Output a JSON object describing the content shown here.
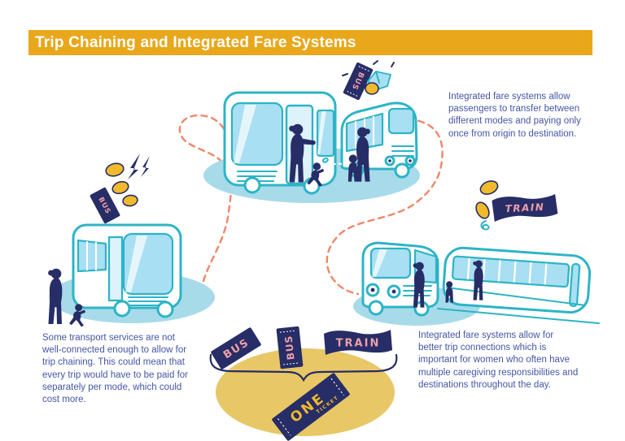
{
  "header": {
    "title": "Trip Chaining and Integrated Fare Systems"
  },
  "captions": {
    "top_right": "Integrated fare systems allow\npassengers to transfer between\ndifferent modes and paying only\nonce from origin to destination.",
    "bottom_left": "Some transport services are not\nwell-connected enough to allow for\ntrip chaining. This could mean that\nevery trip would have to be paid for\nseparately per mode, which could\ncost more.",
    "bottom_right": "Integrated fare systems allow for\nbetter trip connections which is\nimportant for women who often have\nmultiple caregiving responsibilities and\ndestinations throughout the day."
  },
  "labels": {
    "ticket_bus_top": "BUS",
    "ticket_bus_left": "BUS",
    "flag_train_right": "TRAIN",
    "ticket_bus_bottom_1": "BUS",
    "ticket_bus_bottom_2": "BUS",
    "banner_train_bottom": "TRAIN",
    "one_ticket_word": "ONE",
    "one_ticket_sub": "TICKET"
  },
  "colors": {
    "banner": "#E9A71B",
    "navy": "#272D66",
    "teal": "#2CB4C6",
    "window_blue": "#A9DFF2",
    "scene_ellipse": "#A7DBEA",
    "gold_ellipse": "#E8C767",
    "coin": "#F0BA2C",
    "dashed_route": "#EE8768",
    "caption_text": "#4456A4",
    "ticket_text": "#EE9FA8"
  }
}
